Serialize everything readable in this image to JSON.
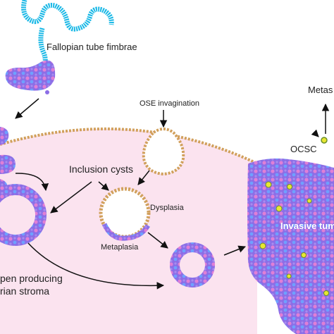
{
  "diagram": {
    "labels": {
      "fallopian_tube_fimbrae": "Fallopian tube fimbrae",
      "ose_invagination": "OSE invagination",
      "inclusion_cysts": "Inclusion cysts",
      "dysplasia": "Dysplasia",
      "metaplasia": "Metaplasia",
      "ocsc": "OCSC",
      "metastasis_partial": "Metas",
      "invasive_tumor_partial": "Invasive tum",
      "estrogen_line1_partial": "pen producing",
      "estrogen_line2_partial": "rian stroma"
    },
    "colors": {
      "stroma": "#fbe3ef",
      "ose_border": "#d1a05c",
      "tumor_purple": "#8c6ee6",
      "tumor_pink": "#e07fd6",
      "tumor_blue": "#6fa0ff",
      "fimbrae_cyan": "#19b8e6",
      "stem_cell_yellow": "#e8e632",
      "arrow": "#111111"
    }
  }
}
